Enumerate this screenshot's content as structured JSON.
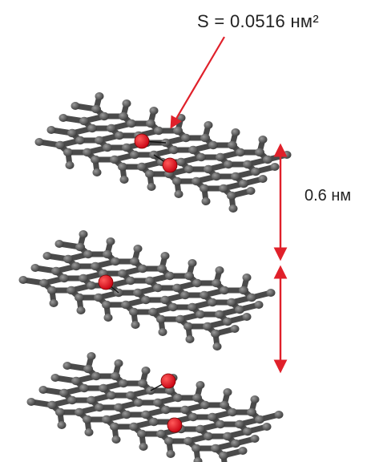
{
  "annotations": {
    "area": "S = 0.0516 нм²",
    "spacing": "0.6 нм"
  },
  "colors": {
    "bond": "#4a4a4a",
    "atom": "#595959",
    "atom_highlight": "#666666",
    "adsorbate": "#e0141e",
    "adsorbate_edge": "#7a0000",
    "arrow": "#e0202a"
  },
  "diagram": {
    "layers": [
      {
        "name": "top",
        "adsorbates": 2
      },
      {
        "name": "middle",
        "adsorbates": 1
      },
      {
        "name": "bottom",
        "adsorbates": 2
      }
    ]
  }
}
